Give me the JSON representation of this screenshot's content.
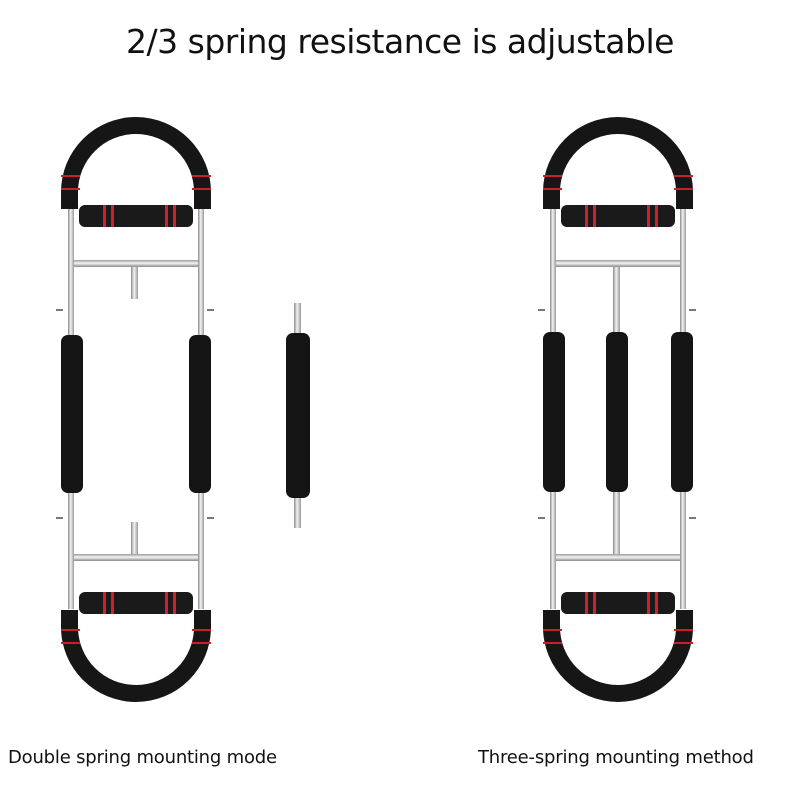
{
  "title": "2/3 spring resistance is adjustable",
  "captions": {
    "left": "Double spring mounting mode",
    "right": "Three-spring mounting method"
  },
  "colors": {
    "foam": "#161616",
    "accent_stripe": "#c8202a",
    "steel": "#d8d8d8",
    "background": "#ffffff"
  },
  "devices": [
    {
      "name": "double-spring-configuration",
      "springs_mounted": 2
    },
    {
      "name": "loose-spring",
      "springs_mounted": 1
    },
    {
      "name": "three-spring-configuration",
      "springs_mounted": 3
    }
  ]
}
